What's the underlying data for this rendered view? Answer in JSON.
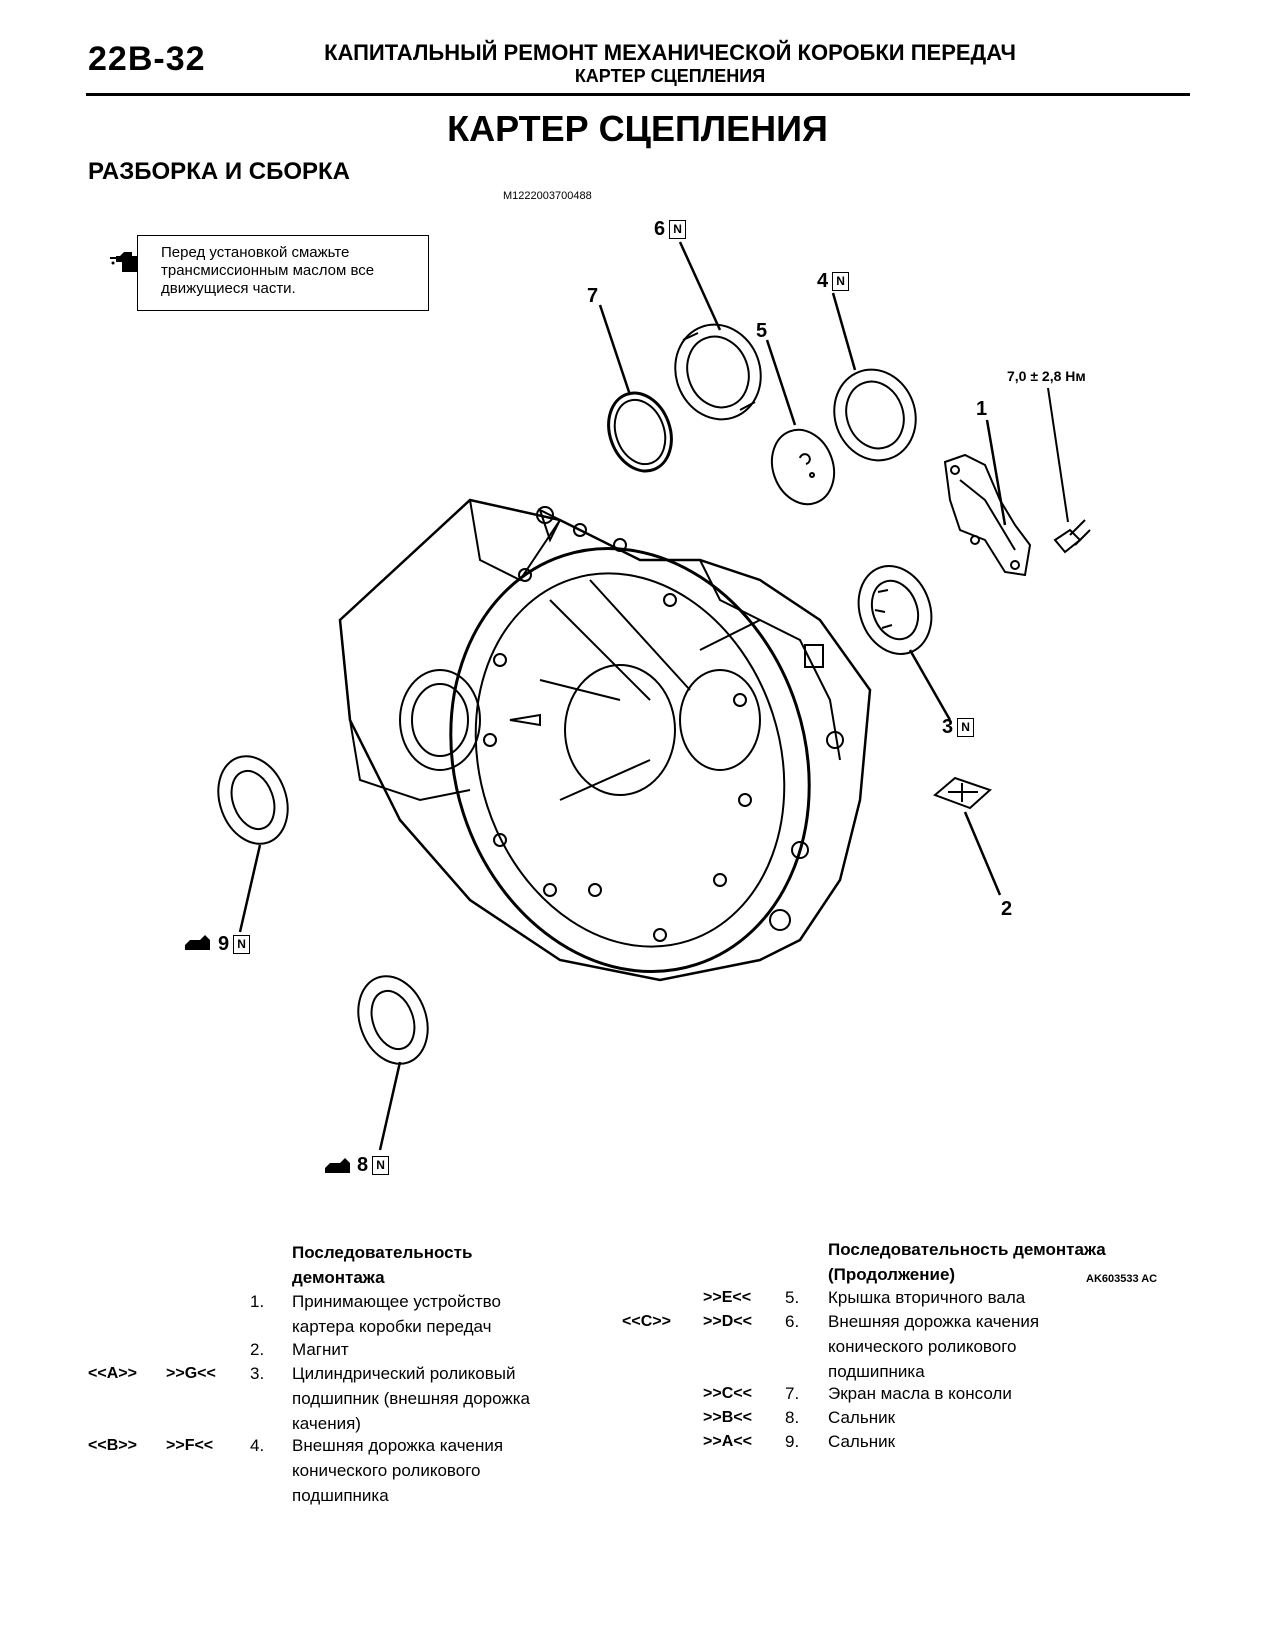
{
  "header": {
    "page_number": "22B-32",
    "chapter": "КАПИТАЛЬНЫЙ РЕМОНТ МЕХАНИЧЕСКОЙ КОРОБКИ ПЕРЕДАЧ",
    "section": "КАРТЕР СЦЕПЛЕНИЯ"
  },
  "title": "КАРТЕР СЦЕПЛЕНИЯ",
  "subtitle": "РАЗБОРКА И СБОРКА",
  "doc_code": "M1222003700488",
  "note": {
    "icon": "oil-can-icon",
    "text": "Перед установкой смажьте трансмиссионным маслом все движущиеся части."
  },
  "figure": {
    "code": "AK603533 AC",
    "torque": "7,0 ± 2,8 Нм",
    "labels": {
      "l1": "1",
      "l2": "2",
      "l3": "3",
      "l4": "4",
      "l5": "5",
      "l6": "6",
      "l7": "7",
      "l8": "8",
      "l9": "9"
    },
    "n_mark": "N"
  },
  "list_left": {
    "heading": "Последовательность демонтажа",
    "items": [
      {
        "a": "",
        "b": "",
        "num": "1.",
        "text": "Принимающее устройство картера коробки передач"
      },
      {
        "a": "",
        "b": "",
        "num": "2.",
        "text": "Магнит"
      },
      {
        "a": "<<A>>",
        "b": ">>G<<",
        "num": "3.",
        "text": "Цилиндрический роликовый подшипник (внешняя дорожка качения)"
      },
      {
        "a": "<<B>>",
        "b": ">>F<<",
        "num": "4.",
        "text": "Внешняя дорожка качения конического роликового подшипника"
      }
    ]
  },
  "list_right": {
    "heading": "Последовательность демонтажа (Продолжение)",
    "items": [
      {
        "a": "",
        "b": ">>E<<",
        "num": "5.",
        "text": "Крышка вторичного вала"
      },
      {
        "a": "<<C>>",
        "b": ">>D<<",
        "num": "6.",
        "text": "Внешняя дорожка качения конического роликового подшипника"
      },
      {
        "a": "",
        "b": ">>C<<",
        "num": "7.",
        "text": "Экран масла в консоли"
      },
      {
        "a": "",
        "b": ">>B<<",
        "num": "8.",
        "text": "Сальник"
      },
      {
        "a": "",
        "b": ">>A<<",
        "num": "9.",
        "text": "Сальник"
      }
    ]
  }
}
